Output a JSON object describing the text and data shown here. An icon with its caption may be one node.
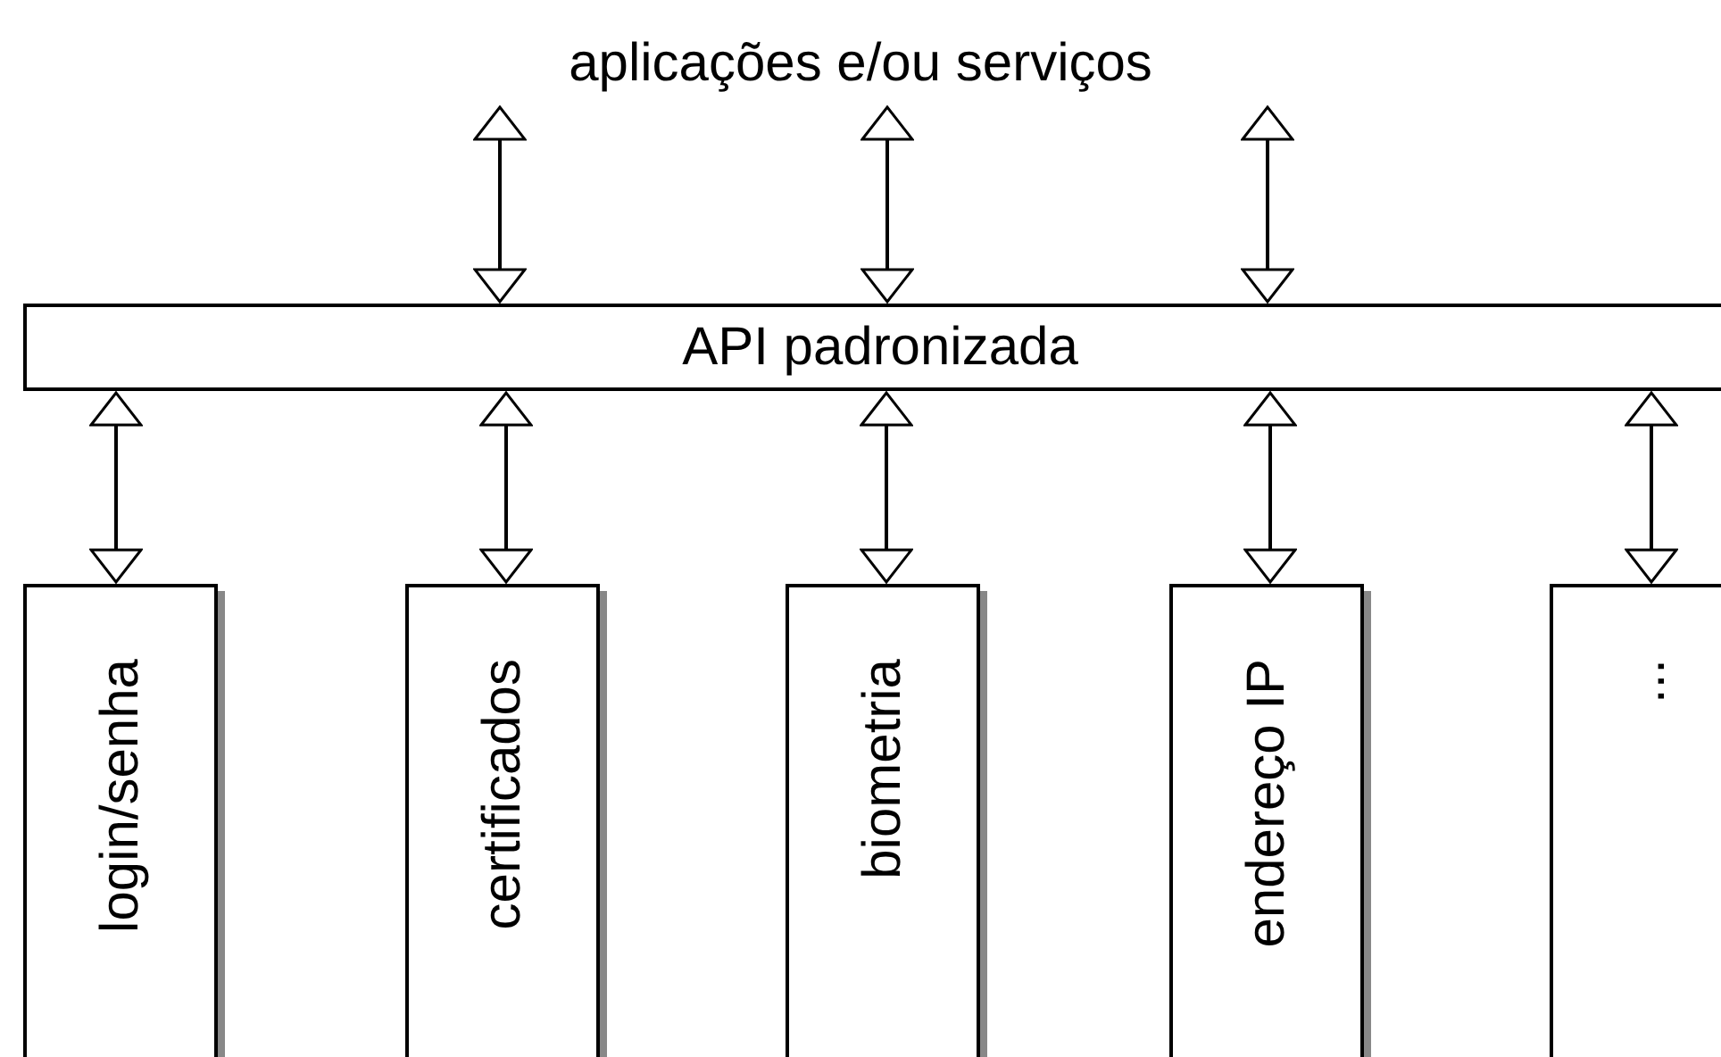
{
  "diagram": {
    "nodes": [
      {
        "text": [
          "aplicações e/ou serviços"
        ]
      },
      {
        "text": [
          "API padronizada"
        ]
      },
      {
        "text": [
          "login/senha"
        ]
      },
      {
        "text": [
          "certificados"
        ]
      },
      {
        "text": [
          "biometria"
        ]
      },
      {
        "text": [
          "endereço IP"
        ]
      },
      {
        "text": [
          "..."
        ]
      }
    ],
    "edges": [
      {
        "from": 0,
        "to": 1,
        "arrow": "both"
      },
      {
        "from": 0,
        "to": 1,
        "arrow": "both"
      },
      {
        "from": 0,
        "to": 1,
        "arrow": "both"
      },
      {
        "from": 1,
        "to": 2,
        "arrow": "both"
      },
      {
        "from": 1,
        "to": 3,
        "arrow": "both"
      },
      {
        "from": 1,
        "to": 4,
        "arrow": "both"
      },
      {
        "from": 1,
        "to": 5,
        "arrow": "both"
      },
      {
        "from": 1,
        "to": 6,
        "arrow": "both"
      }
    ]
  }
}
